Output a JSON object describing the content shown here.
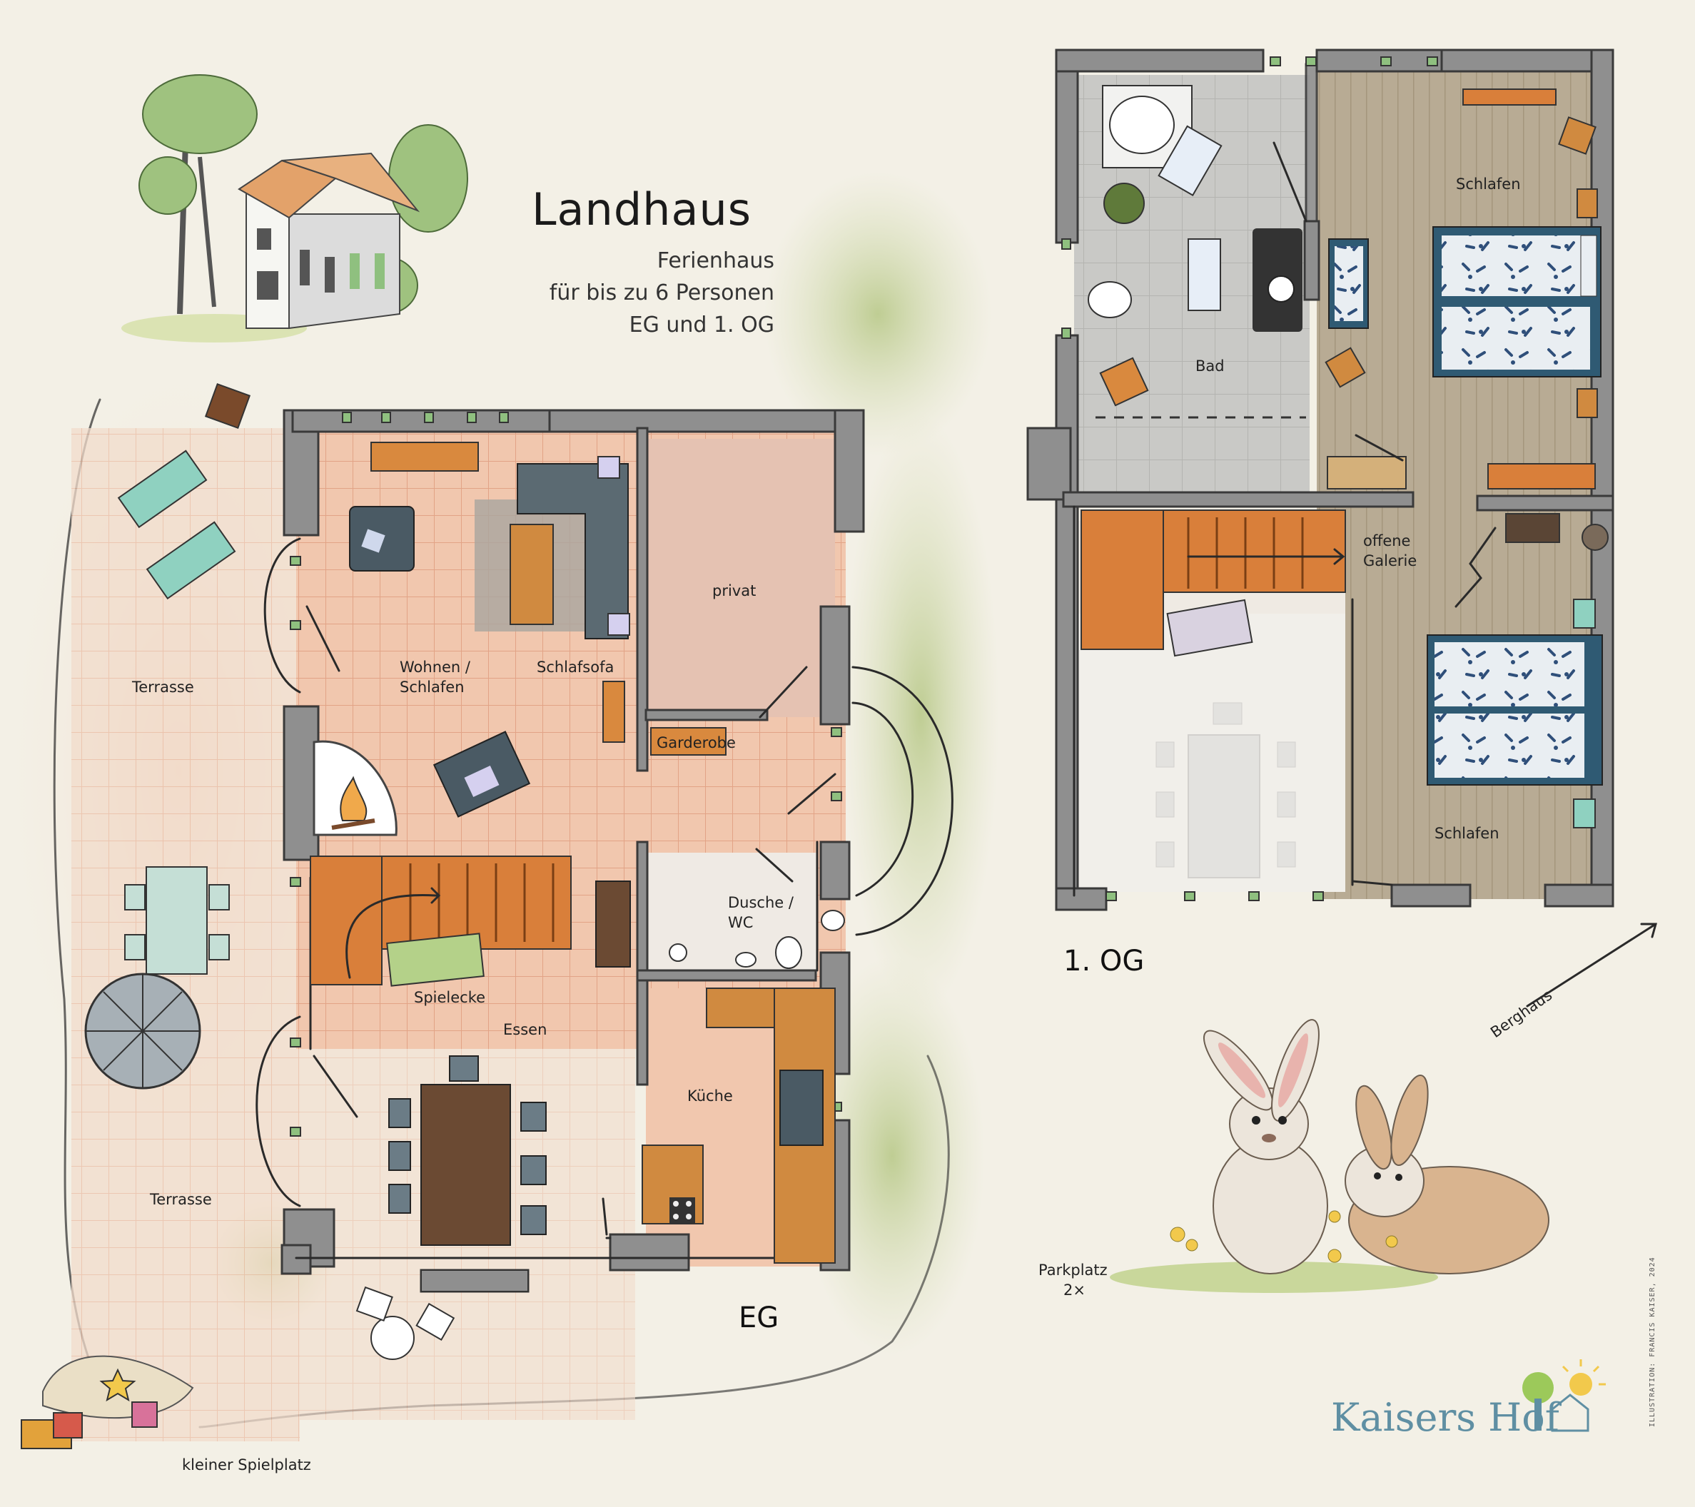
{
  "header": {
    "title": "Landhaus",
    "subtitle_lines": [
      "Ferienhaus",
      "für bis zu 6 Personen",
      "EG und 1. OG"
    ]
  },
  "floors": {
    "ground": "EG",
    "upper": "1. OG"
  },
  "rooms_ground": {
    "wohnen": [
      "Wohnen /",
      "Schlafen"
    ],
    "schlafsofa": "Schlafsofa",
    "privat": "privat",
    "garderobe": "Garderobe",
    "dusche": [
      "Dusche /",
      "WC"
    ],
    "spielecke": "Spielecke",
    "essen": "Essen",
    "kueche": "Küche"
  },
  "rooms_upper": {
    "schlafen_top": "Schlafen",
    "bad": "Bad",
    "galerie": [
      "offene",
      "Galerie"
    ],
    "schlafen_bottom": "Schlafen"
  },
  "outdoor": {
    "terrasse_top": "Terrasse",
    "terrasse_bottom": "Terrasse",
    "spielplatz": "kleiner Spielplatz",
    "parkplatz": [
      "Parkplatz",
      "2×"
    ],
    "berghaus": "Berghaus"
  },
  "brand": {
    "name": "Kaisers Hof"
  },
  "credit": "ILLUSTRATION: FRANCIS KAISER, 2024",
  "colors": {
    "paper": "#f3f0e6",
    "floor_tile": "#f0c8b0",
    "tile_grid": "#e6a98c",
    "wall": "#8f8f8f",
    "wood_floor": "#b3a690",
    "stairs": "#d97f3a",
    "grass": "#c9d69b",
    "bedding": "#2f5a73",
    "teal": "#8fd1c0",
    "brand": "#5f8fa3"
  },
  "icons": [
    "house-illustration-icon",
    "tree-icon",
    "sun-icon",
    "bunny-icon",
    "sandbox-icon",
    "fireplace-icon",
    "sink-icon",
    "toilet-icon",
    "bathtub-icon",
    "stove-icon"
  ]
}
